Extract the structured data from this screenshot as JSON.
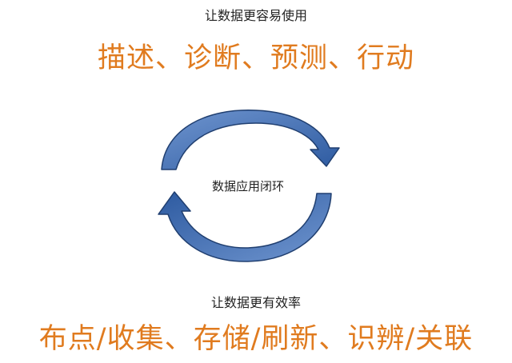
{
  "top": {
    "caption": "让数据更容易使用",
    "headline": "描述、诊断、预测、行动"
  },
  "cycle": {
    "center_label": "数据应用闭环",
    "arrow_color": "#3a6bb5",
    "arrow_edge_color": "#203f70"
  },
  "bottom": {
    "caption": "让数据更有效率",
    "headline": "布点/收集、存储/刷新、识辨/关联"
  },
  "colors": {
    "accent": "#e07b1f",
    "text": "#222222"
  }
}
